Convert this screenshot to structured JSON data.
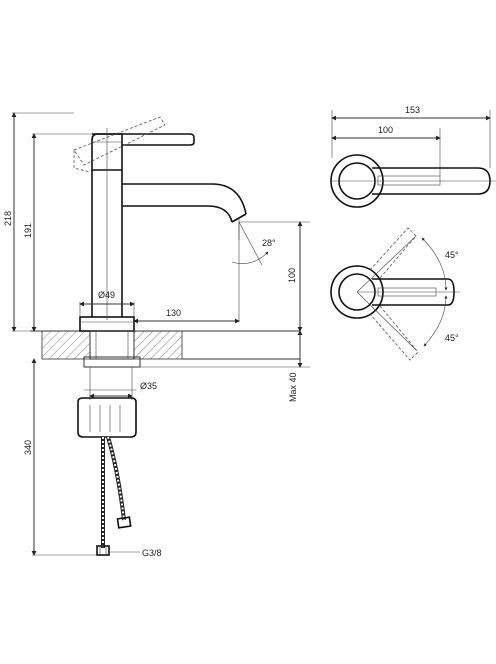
{
  "diagram": {
    "dimensions": {
      "d218": "218",
      "d191": "191",
      "d340": "340",
      "d49": "Ø49",
      "d130": "130",
      "d100_side": "100",
      "d28deg": "28°",
      "d35": "Ø35",
      "dmax40": "Max 40",
      "dg38": "G3/8",
      "d153": "153",
      "d100_top": "100",
      "d45_upper": "45°",
      "d45_lower": "45°"
    }
  }
}
